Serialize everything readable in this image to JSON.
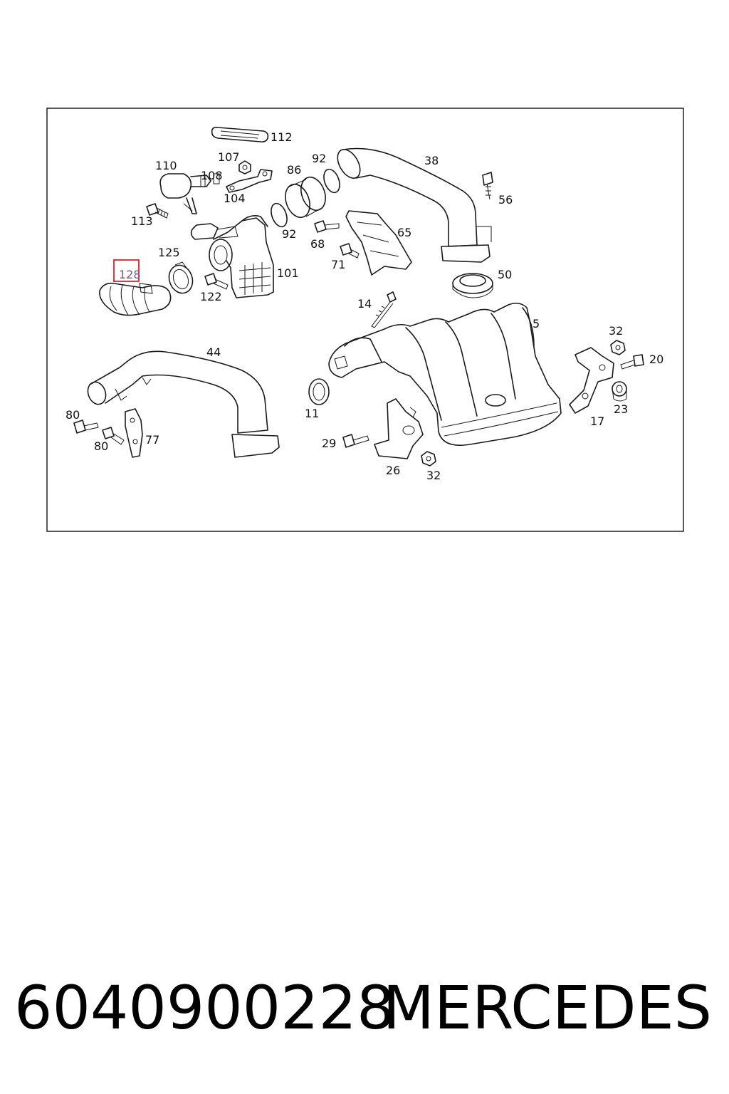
{
  "diagram": {
    "highlighted_callout": "128",
    "callouts": {
      "c112": "112",
      "c107": "107",
      "c92a": "92",
      "c38": "38",
      "c110": "110",
      "c86": "86",
      "c108": "108",
      "c104": "104",
      "c56": "56",
      "c113": "113",
      "c92b": "92",
      "c65": "65",
      "c68": "68",
      "c125": "125",
      "c71": "71",
      "c101": "101",
      "c50": "50",
      "c122": "122",
      "c14": "14",
      "c5": "5",
      "c32a": "32",
      "c44": "44",
      "c20": "20",
      "c23": "23",
      "c11": "11",
      "c17": "17",
      "c80a": "80",
      "c77": "77",
      "c80b": "80",
      "c29": "29",
      "c26": "26",
      "c32b": "32"
    }
  },
  "footer": {
    "part_number": "6040900228",
    "brand": "MERCEDES"
  },
  "colors": {
    "line": "#1a1a1a",
    "highlight": "#e0202a"
  }
}
